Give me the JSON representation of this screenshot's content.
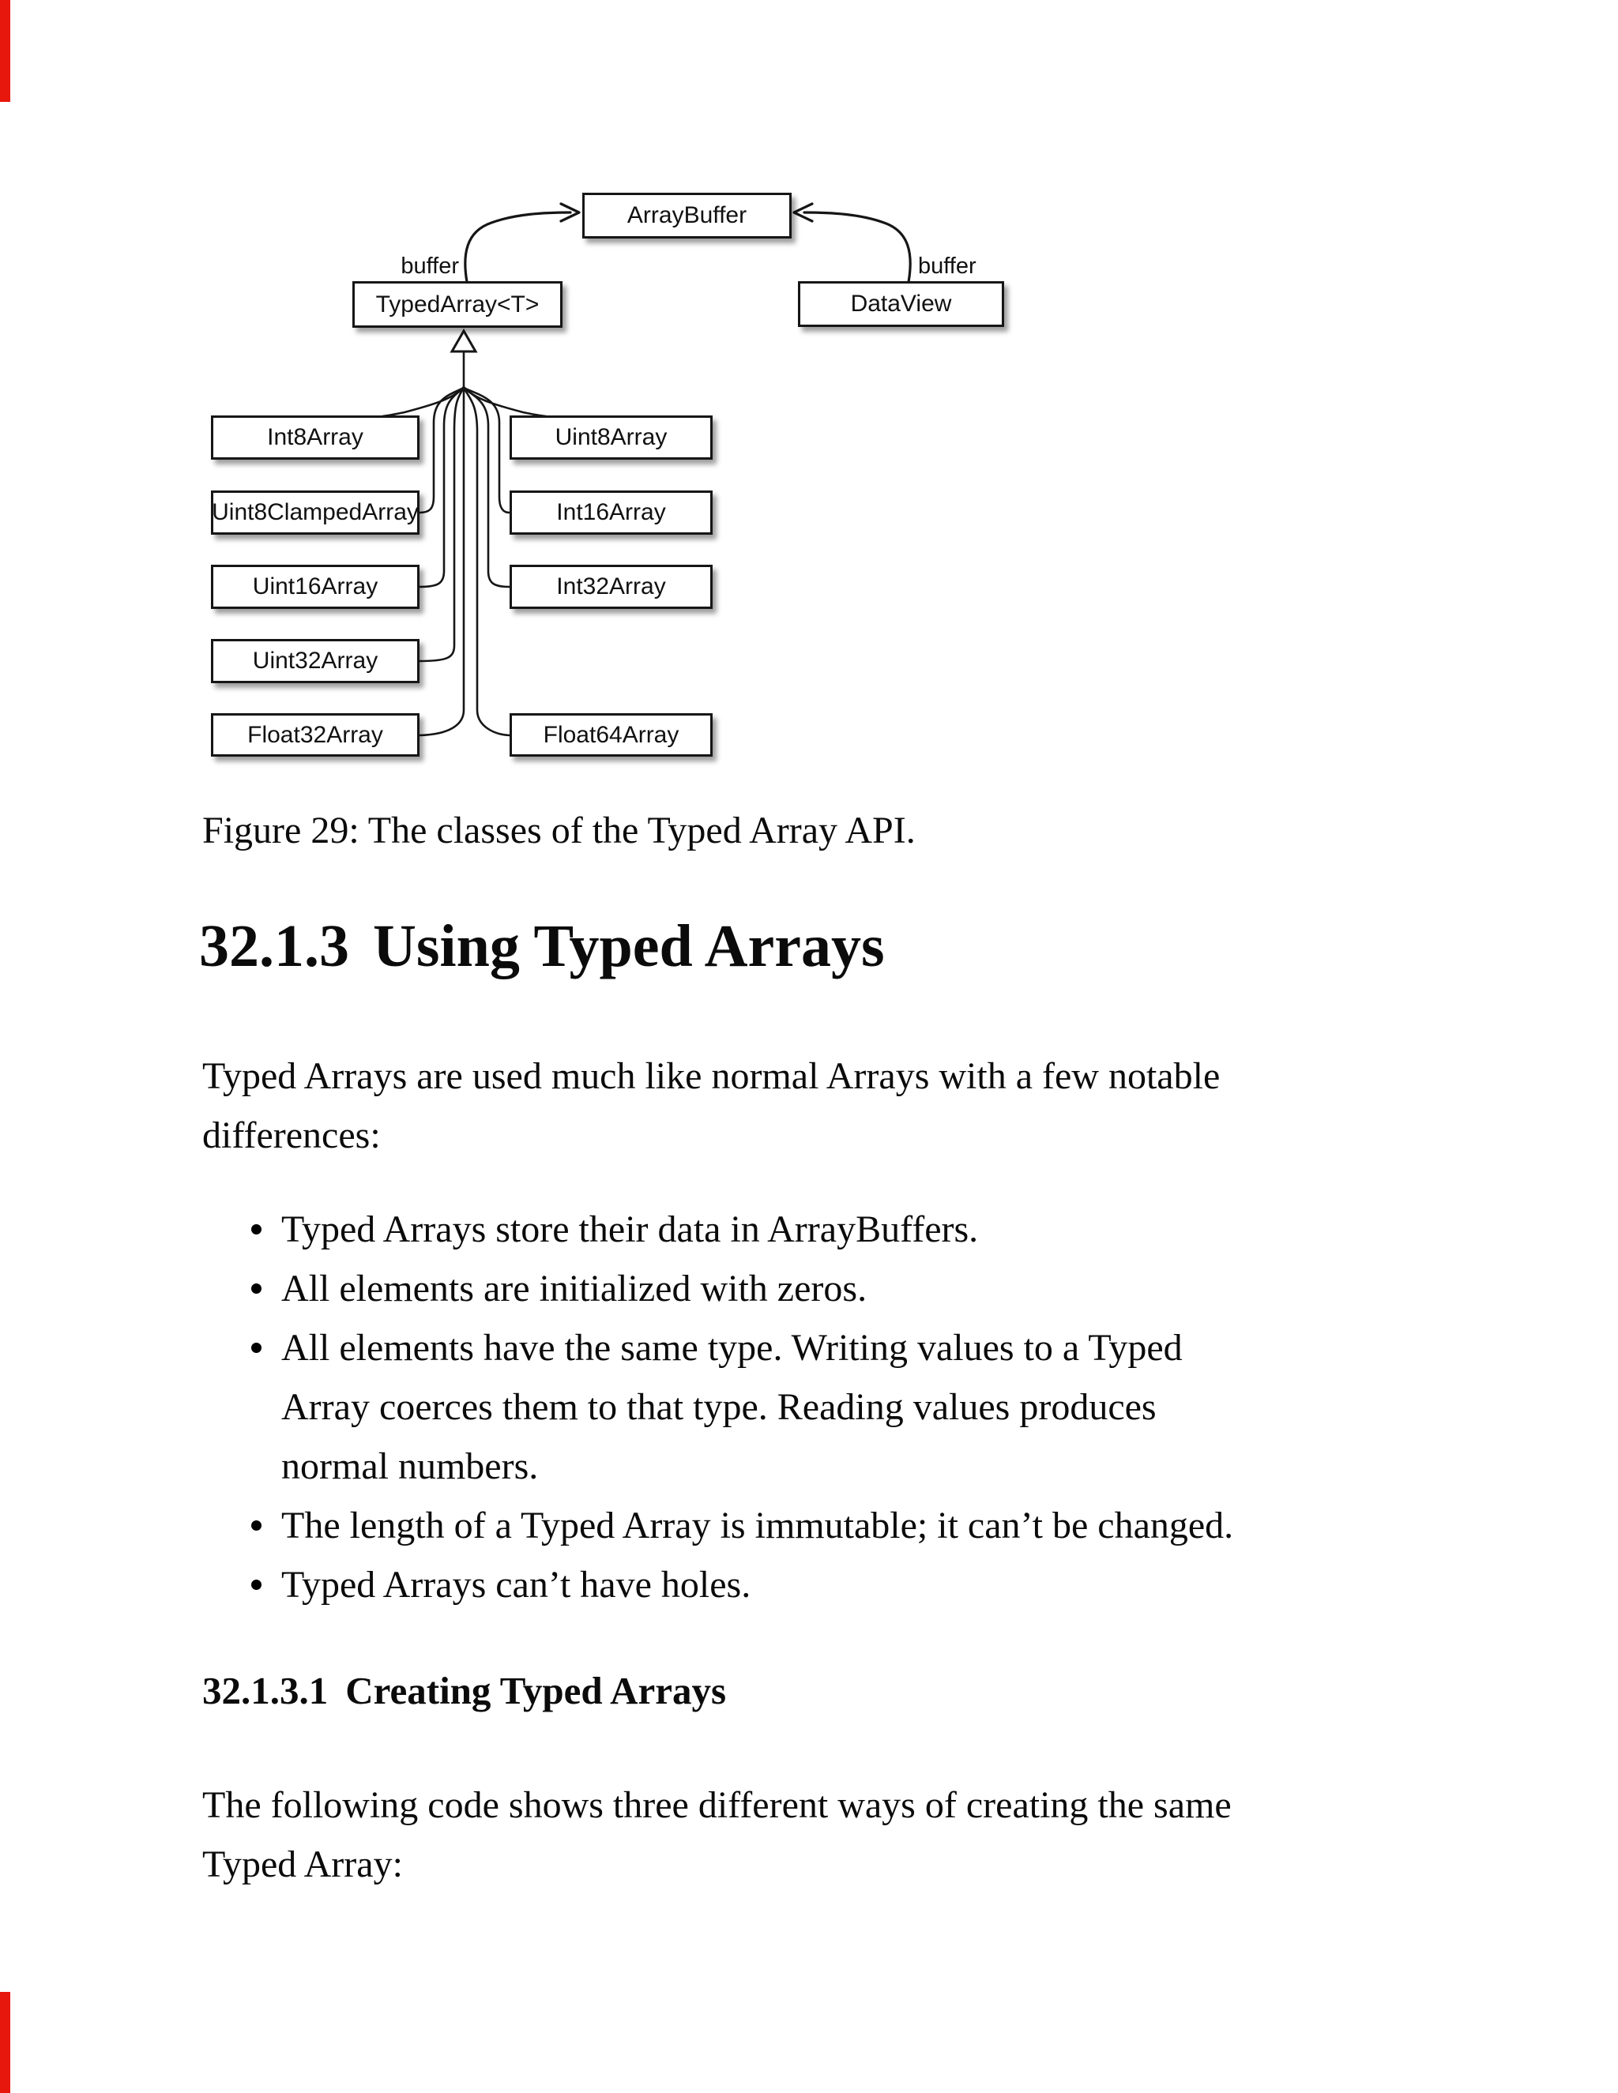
{
  "page": {
    "figure_caption": "Figure 29: The classes of the Typed Array API.",
    "section": {
      "number": "32.1.3",
      "title": "Using Typed Arrays"
    },
    "intro": {
      "lines": [
        "Typed Arrays are used much like normal Arrays with a few notable",
        "differences:"
      ]
    },
    "bullets": [
      {
        "lines": [
          "Typed Arrays store their data in ArrayBuffers."
        ]
      },
      {
        "lines": [
          "All elements are initialized with zeros."
        ]
      },
      {
        "lines": [
          "All elements have the same type. Writing values to a Typed",
          "Array coerces them to that type. Reading values produces",
          "normal numbers."
        ]
      },
      {
        "lines": [
          "The length of a Typed Array is immutable; it can’t be changed."
        ]
      },
      {
        "lines": [
          "Typed Arrays can’t have holes."
        ]
      }
    ],
    "subsection": {
      "number": "32.1.3.1",
      "title": "Creating Typed Arrays"
    },
    "closing": {
      "lines": [
        "The following code shows three different ways of creating the same",
        "Typed Array:"
      ]
    }
  },
  "diagram": {
    "nodes": [
      {
        "id": "arraybuffer",
        "label": "ArrayBuffer"
      },
      {
        "id": "typedarray",
        "label": "TypedArray<T>"
      },
      {
        "id": "dataview",
        "label": "DataView"
      },
      {
        "id": "int8array",
        "label": "Int8Array"
      },
      {
        "id": "uint8array",
        "label": "Uint8Array"
      },
      {
        "id": "uint8clampedarray",
        "label": "Uint8ClampedArray"
      },
      {
        "id": "int16array",
        "label": "Int16Array"
      },
      {
        "id": "uint16array",
        "label": "Uint16Array"
      },
      {
        "id": "int32array",
        "label": "Int32Array"
      },
      {
        "id": "uint32array",
        "label": "Uint32Array"
      },
      {
        "id": "float32array",
        "label": "Float32Array"
      },
      {
        "id": "float64array",
        "label": "Float64Array"
      }
    ],
    "edge_labels": {
      "left": "buffer",
      "right": "buffer"
    }
  },
  "accents": {
    "page_edge_red": "#e8170d",
    "line_color": "#161616"
  }
}
